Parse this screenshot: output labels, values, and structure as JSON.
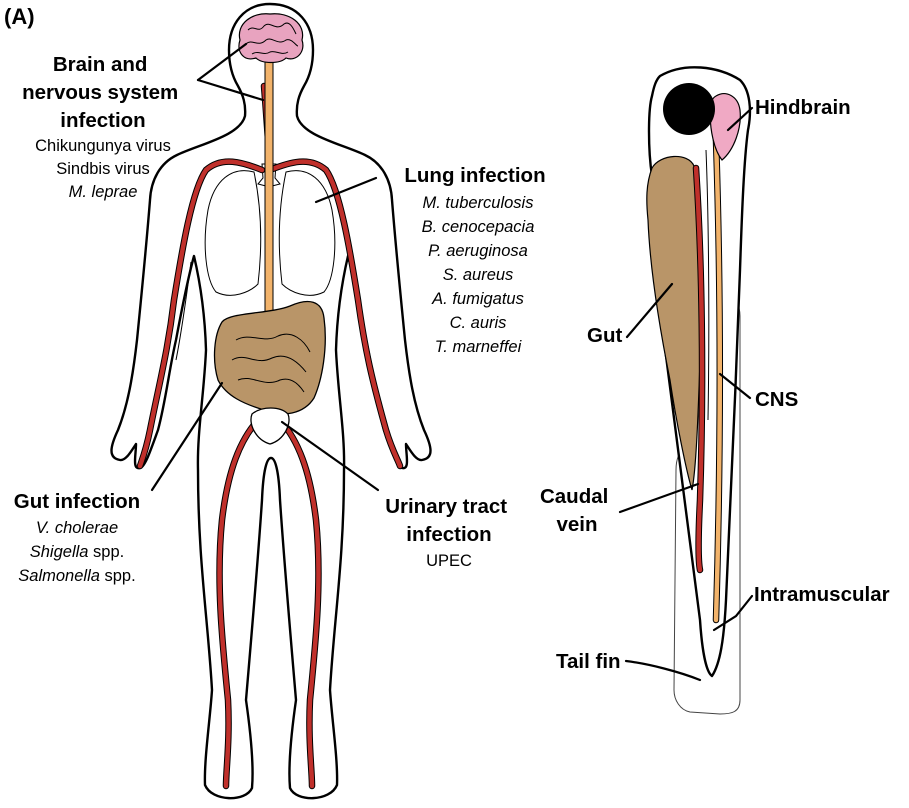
{
  "panel_label": "(A)",
  "human": {
    "brain": {
      "title_lines": [
        "Brain and",
        "nervous system",
        "infection"
      ],
      "pathogens": [
        {
          "name": "Chikungunya virus",
          "style": "normal"
        },
        {
          "name": "Sindbis virus",
          "style": "normal"
        },
        {
          "name": "M. leprae",
          "style": "italic"
        }
      ]
    },
    "lung": {
      "title_lines": [
        "Lung infection"
      ],
      "pathogens": [
        {
          "name": "M. tuberculosis",
          "style": "italic"
        },
        {
          "name": "B. cenocepacia",
          "style": "italic"
        },
        {
          "name": "P. aeruginosa",
          "style": "italic"
        },
        {
          "name": "S. aureus",
          "style": "italic"
        },
        {
          "name": "A. fumigatus",
          "style": "italic"
        },
        {
          "name": "C. auris",
          "style": "italic"
        },
        {
          "name": "T. marneffei",
          "style": "italic"
        }
      ]
    },
    "gut": {
      "title_lines": [
        "Gut infection"
      ],
      "pathogens": [
        {
          "name": "V. cholerae",
          "style": "italic"
        },
        {
          "name": "Shigella spp.",
          "style": "mixed",
          "italic_part": "Shigella",
          "normal_part": " spp."
        },
        {
          "name": "Salmonella spp.",
          "style": "mixed",
          "italic_part": "Salmonella",
          "normal_part": " spp."
        }
      ]
    },
    "urinary": {
      "title_lines": [
        "Urinary tract",
        "infection"
      ],
      "pathogens": [
        {
          "name": "UPEC",
          "style": "normal"
        }
      ]
    }
  },
  "zebrafish": {
    "labels": {
      "hindbrain": "Hindbrain",
      "gut": "Gut",
      "cns": "CNS",
      "caudal_vein_lines": [
        "Caudal",
        "vein"
      ],
      "intramuscular": "Intramuscular",
      "tail_fin": "Tail fin"
    }
  },
  "colors": {
    "brain": "#e8a3bf",
    "vessel": "#c0302b",
    "spinal_cord": "#f2b36b",
    "gut": "#b99568",
    "hindbrain": "#f0a9c4",
    "eye": "#000000",
    "bladder": "#ffffff"
  }
}
